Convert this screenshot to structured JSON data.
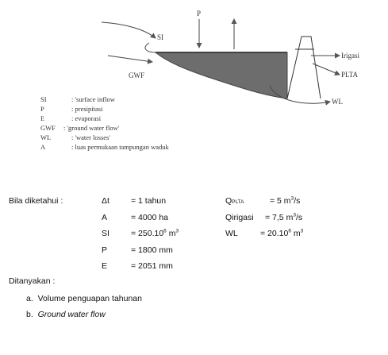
{
  "figure": {
    "labels": {
      "si": "SI",
      "p": "P",
      "gwf": "GWF",
      "irigasi": "Irigasi",
      "plta": "PLTA",
      "wl": "WL"
    },
    "legend": [
      {
        "abbr": "SI",
        "desc": ": 'surface inflow"
      },
      {
        "abbr": "P",
        "desc": ": presipitasi"
      },
      {
        "abbr": "E",
        "desc": ": evaporasi"
      },
      {
        "abbr": "GWF",
        "desc": ": 'ground water flow'"
      },
      {
        "abbr": "WL",
        "desc": ": 'water losses'"
      },
      {
        "abbr": "A",
        "desc": ": luas permukaan tampungan waduk"
      }
    ]
  },
  "given": {
    "heading": "Bila diketahui :",
    "left": [
      {
        "sym": "Δt",
        "val": "= 1 tahun"
      },
      {
        "sym": "A",
        "val": "= 4000 ha"
      },
      {
        "sym": "SI",
        "val": "= 250.10",
        "sup": "6",
        "unit": " m",
        "unit_sup": "3"
      },
      {
        "sym": "P",
        "val": "= 1800 mm"
      },
      {
        "sym": "E",
        "val": "= 2051 mm"
      }
    ],
    "right": [
      {
        "sym": "Q",
        "sym_sub": "PLTA",
        "val": "= 5 m",
        "sup": "3",
        "tail": "/s"
      },
      {
        "sym": "Qirigasi",
        "val": "= 7,5 m",
        "sup": "3",
        "tail": "/s"
      },
      {
        "sym": "WL",
        "val": "= 20.10",
        "sup": "6",
        "tail": " m",
        "sup2": "3"
      }
    ]
  },
  "question": {
    "heading": "Ditanyakan :",
    "items": [
      {
        "marker": "a.",
        "text": "Volume penguapan tahunan",
        "italic": false
      },
      {
        "marker": "b.",
        "text": "Ground water flow",
        "italic": true
      }
    ]
  }
}
